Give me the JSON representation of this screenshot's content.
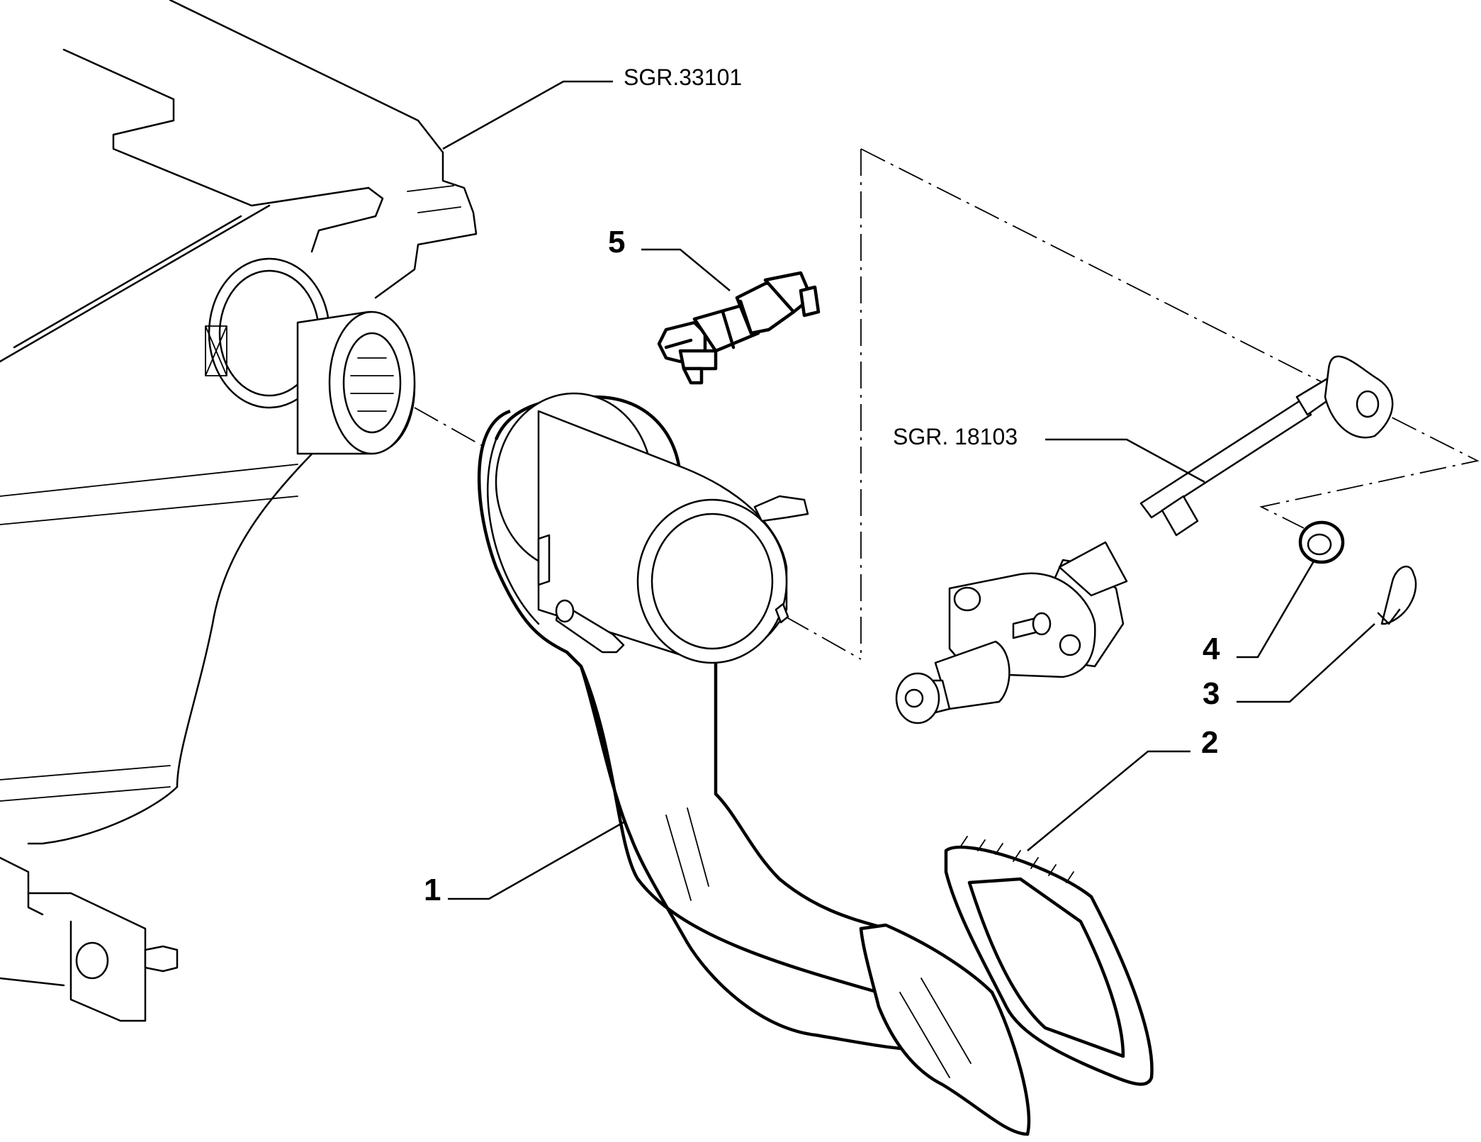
{
  "references": {
    "pedal_bracket": "SGR.33101",
    "clutch_master_cylinder": "SGR. 18103"
  },
  "callouts": {
    "c1": "1",
    "c2": "2",
    "c3": "3",
    "c4": "4",
    "c5": "5"
  }
}
